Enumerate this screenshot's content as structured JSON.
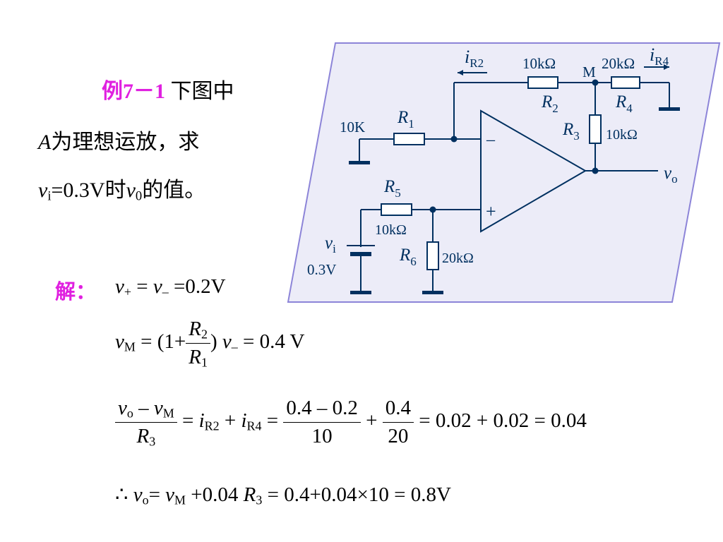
{
  "problem": {
    "label": "例7－1",
    "line1": " 下图中",
    "line2_var": "A",
    "line2": "为理想运放，求",
    "line3_vi": "v",
    "line3_vi_sub": "i",
    "line3_mid": "=0.3V时",
    "line3_vo": "v",
    "line3_vo_sub": "0",
    "line3_end": "的值。"
  },
  "circuit": {
    "iR2": "i",
    "iR2_sub": "R2",
    "iR4": "i",
    "iR4_sub": "R4",
    "r2_value": "10kΩ",
    "node_m": "M",
    "r4_value": "20kΩ",
    "r2_name": "R",
    "r2_sub": "2",
    "r4_name": "R",
    "r4_sub": "4",
    "r1_left": "10K",
    "r1_name": "R",
    "r1_sub": "1",
    "r3_name": "R",
    "r3_sub": "3",
    "r3_value": "10kΩ",
    "minus_sign": "–",
    "plus_sign": "+",
    "vo_name": "v",
    "vo_sub": "o",
    "r5_name": "R",
    "r5_sub": "5",
    "r5_value": "10kΩ",
    "vi_name": "v",
    "vi_sub": "i",
    "vi_value": "0.3V",
    "r6_name": "R",
    "r6_sub": "6",
    "r6_value": "20kΩ"
  },
  "solution": {
    "label": "解：",
    "eq1": {
      "v_plus": "v",
      "plus_sub": "+",
      "eq": " = ",
      "v_minus": "v",
      "minus_sub": "–",
      "rest": " =0.2V"
    },
    "eq2": {
      "lhs": "v",
      "lhs_sub": "M",
      "a": " = (1+",
      "num": "R",
      "num_sub": "2",
      "den": "R",
      "den_sub": "1",
      "b": ") ",
      "v": "v",
      "v_sub": "–",
      "c": " = 0.4 V"
    },
    "eq3": {
      "num1": "v",
      "num1_sub": "o",
      "num_mid": " – ",
      "num2": "v",
      "num2_sub": "M",
      "den": "R",
      "den_sub": "3",
      "eq": " = ",
      "i1": "i",
      "i1_sub": "R2",
      "plus": " + ",
      "i2": "i",
      "i2_sub": "R4",
      "eq2": " = ",
      "f1_num": "0.4 – 0.2",
      "f1_den": "10",
      "plus2": " + ",
      "f2_num": "0.4",
      "f2_den": "20",
      "rest": " = 0.02 + 0.02 = 0.04"
    },
    "eq4": {
      "therefore": "∴ ",
      "vo": "v",
      "vo_sub": "o",
      "eq": "= ",
      "vm": "v",
      "vm_sub": "M",
      "mid": " +0.04 ",
      "r": "R",
      "r_sub": "3",
      "rest": " = 0.4+0.04×10 = 0.8V"
    }
  },
  "colors": {
    "panel_fill": "#ececf8",
    "panel_border": "#8c84d8",
    "wire": "#003060",
    "accent": "#e020e0"
  }
}
